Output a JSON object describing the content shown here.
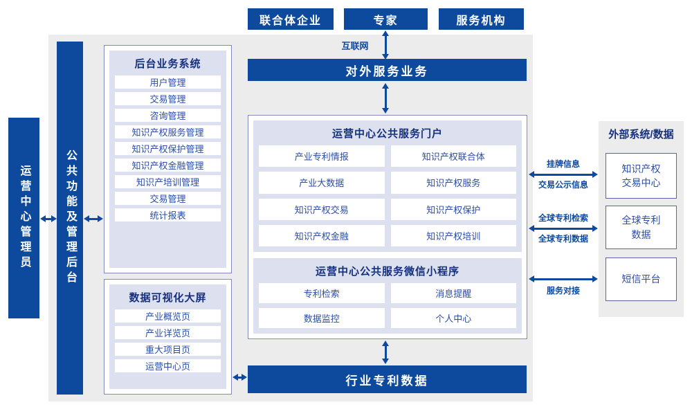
{
  "colors": {
    "primary": "#0d4a9e",
    "panel_bg": "#ececec",
    "inner_bg": "#dce0ef",
    "panel_border": "#8289bb",
    "system_box_border": "#5a64ad",
    "item_text": "#2b4da5",
    "header_text": "#15307f"
  },
  "top_actors": [
    "联合体企业",
    "专家",
    "服务机构"
  ],
  "internet_label": "互联网",
  "external_service_bar": "对外服务业务",
  "admin_box": "运营中心管理员",
  "backend_bar": "公共功能及管理后台",
  "backend_system": {
    "title": "后台业务系统",
    "items": [
      "用户管理",
      "交易管理",
      "咨询管理",
      "知识产权服务管理",
      "知识产权保护管理",
      "知识产权金融管理",
      "知识产培训管理",
      "交易管理",
      "统计报表"
    ]
  },
  "data_viz": {
    "title": "数据可视化大屏",
    "items": [
      "产业概览页",
      "产业详览页",
      "重大项目页",
      "运营中心页"
    ]
  },
  "portal": {
    "title": "运营中心公共服务门户",
    "items": [
      "产业专利情报",
      "知识产权联合体",
      "产业大数据",
      "知识产权服务",
      "知识产权交易",
      "知识产权保护",
      "知识产权金融",
      "知识产权培训"
    ]
  },
  "miniprogram": {
    "title": "运营中心公共服务微信小程序",
    "items": [
      "专利检索",
      "消息提醒",
      "数据监控",
      "个人中心"
    ]
  },
  "industry_data_bar": "行业专利数据",
  "external": {
    "title": "外部系统/数据",
    "systems": [
      {
        "lines": [
          "知识产权",
          "交易中心"
        ]
      },
      {
        "lines": [
          "全球专利",
          "数据"
        ]
      },
      {
        "lines": [
          "短信平台"
        ]
      }
    ],
    "connections": [
      {
        "top": "挂牌信息",
        "bottom": "交易公示信息"
      },
      {
        "top": "全球专利检索",
        "bottom": "全球专利数据"
      },
      {
        "top": "",
        "bottom": "服务对接"
      }
    ]
  }
}
